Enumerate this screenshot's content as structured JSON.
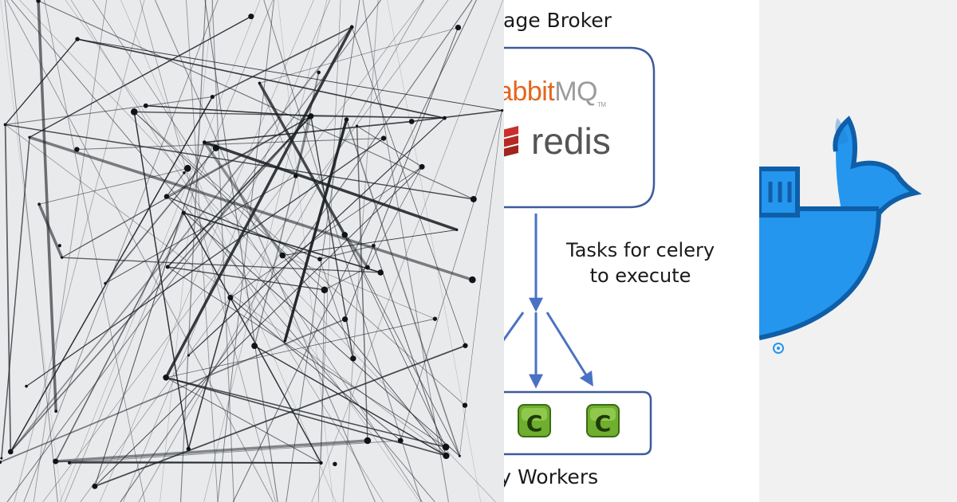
{
  "diagram": {
    "broker_title": "sage Broker",
    "rabbitmq_part1": "abbit",
    "rabbitmq_part2": "MQ",
    "rabbitmq_tm": "TM",
    "redis_label": "redis",
    "tasks_line1": "Tasks for celery",
    "tasks_line2": "to execute",
    "worker_glyph": "C",
    "workers_title": "ry Workers"
  },
  "colors": {
    "network_bg": "#e9eaec",
    "strand": "#1b1f24",
    "box_border": "#3d5a9e",
    "arrow": "#4a72c4",
    "rabbit_orange": "#e2661e",
    "rabbit_grey": "#9b9b9b",
    "redis_red": "#c9302c",
    "celery_green": "#6fae2e",
    "docker_blue": "#2496ed"
  },
  "icons": [
    "network-strands-image",
    "redis-icon",
    "celery-icon",
    "docker-whale-icon"
  ]
}
